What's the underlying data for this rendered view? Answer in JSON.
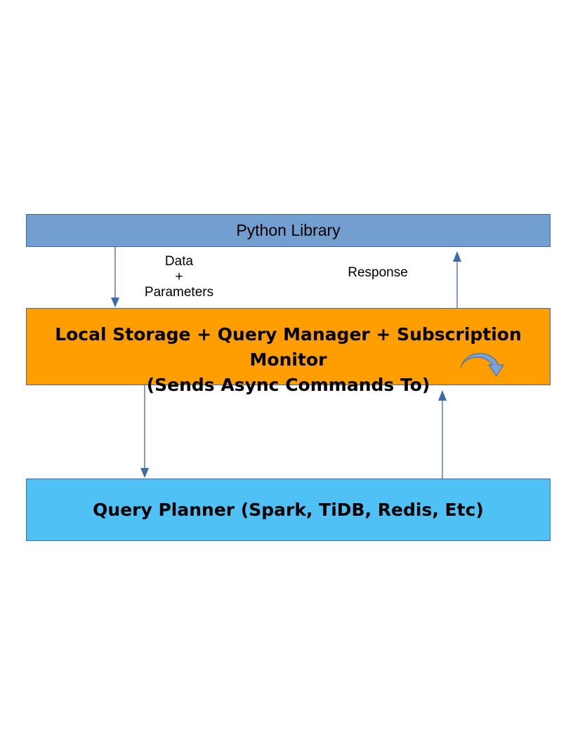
{
  "python_library": {
    "label": "Python Library"
  },
  "manager": {
    "line1": "Local Storage + Query Manager + Subscription Monitor",
    "line2": "(Sends Async Commands To)"
  },
  "planner": {
    "label": "Query Planner (Spark, TiDB, Redis, Etc)"
  },
  "labels": {
    "data": "Data",
    "plus": "+",
    "parameters": "Parameters",
    "response": "Response"
  },
  "icons": {
    "loop": "curved-arrow-icon"
  },
  "colors": {
    "python_box": "#729fcf",
    "manager_box": "#ff9e00",
    "planner_box": "#4fc1f5",
    "arrow": "#3e6aa6",
    "loop_arrow": "#7aa2d6"
  }
}
